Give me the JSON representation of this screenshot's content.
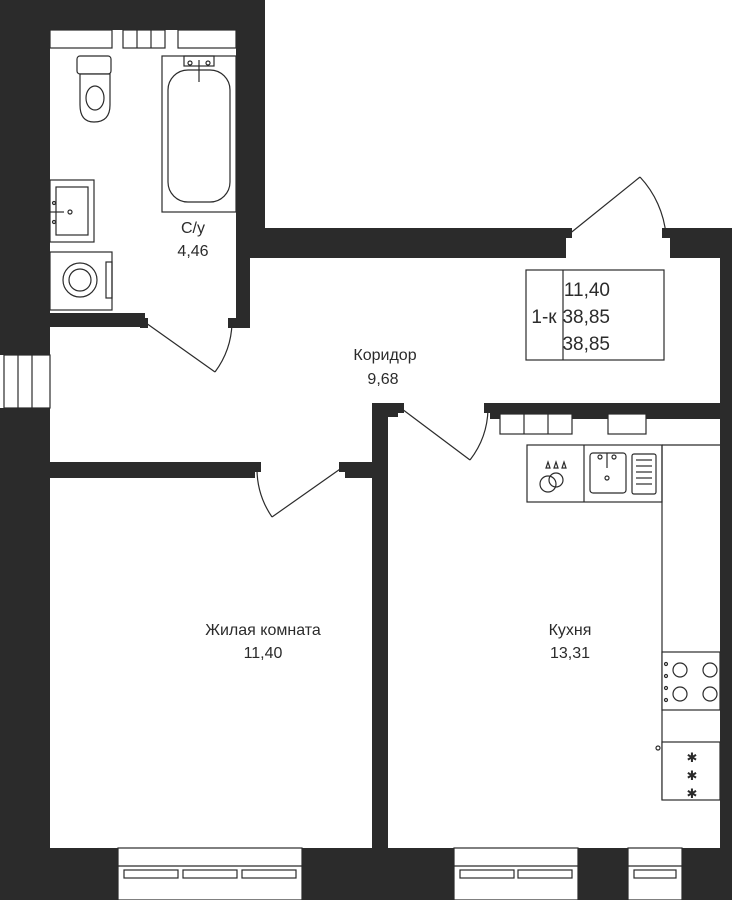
{
  "info_box": {
    "type": "1-к",
    "living_area": "11,40",
    "total_area": "38,85",
    "total_area_2": "38,85"
  },
  "rooms": {
    "bathroom": {
      "name": "С/у",
      "area": "4,46"
    },
    "corridor": {
      "name": "Коридор",
      "area": "9,68"
    },
    "living_room": {
      "name": "Жилая комната",
      "area": "11,40"
    },
    "kitchen": {
      "name": "Кухня",
      "area": "13,31"
    }
  },
  "colors": {
    "wall": "#2b2b2b",
    "background": "#ffffff"
  }
}
